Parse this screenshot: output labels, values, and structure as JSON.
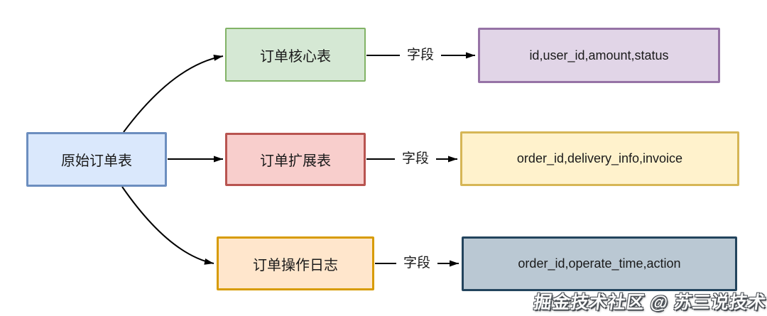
{
  "diagram": {
    "source_node": {
      "label": "原始订单表",
      "fill": "#dae8fc",
      "border": "#6c8ebf"
    },
    "rows": [
      {
        "table_label": "订单核心表",
        "table_fill": "#d5e8d4",
        "table_border": "#82b366",
        "edge_label": "字段",
        "fields_label": "id,user_id,amount,status",
        "fields_fill": "#e1d5e7",
        "fields_border": "#9673a6"
      },
      {
        "table_label": "订单扩展表",
        "table_fill": "#f8cecc",
        "table_border": "#b85450",
        "edge_label": "字段",
        "fields_label": "order_id,delivery_info,invoice",
        "fields_fill": "#fff2cc",
        "fields_border": "#d6b656"
      },
      {
        "table_label": "订单操作日志",
        "table_fill": "#ffe6cc",
        "table_border": "#d79b00",
        "edge_label": "字段",
        "fields_label": "order_id,operate_time,action",
        "fields_fill": "#bac8d3",
        "fields_border": "#23445d"
      }
    ],
    "arrow_color": "#000000",
    "background": "#ffffff"
  },
  "watermark": "掘金技术社区 @ 苏三说技术"
}
